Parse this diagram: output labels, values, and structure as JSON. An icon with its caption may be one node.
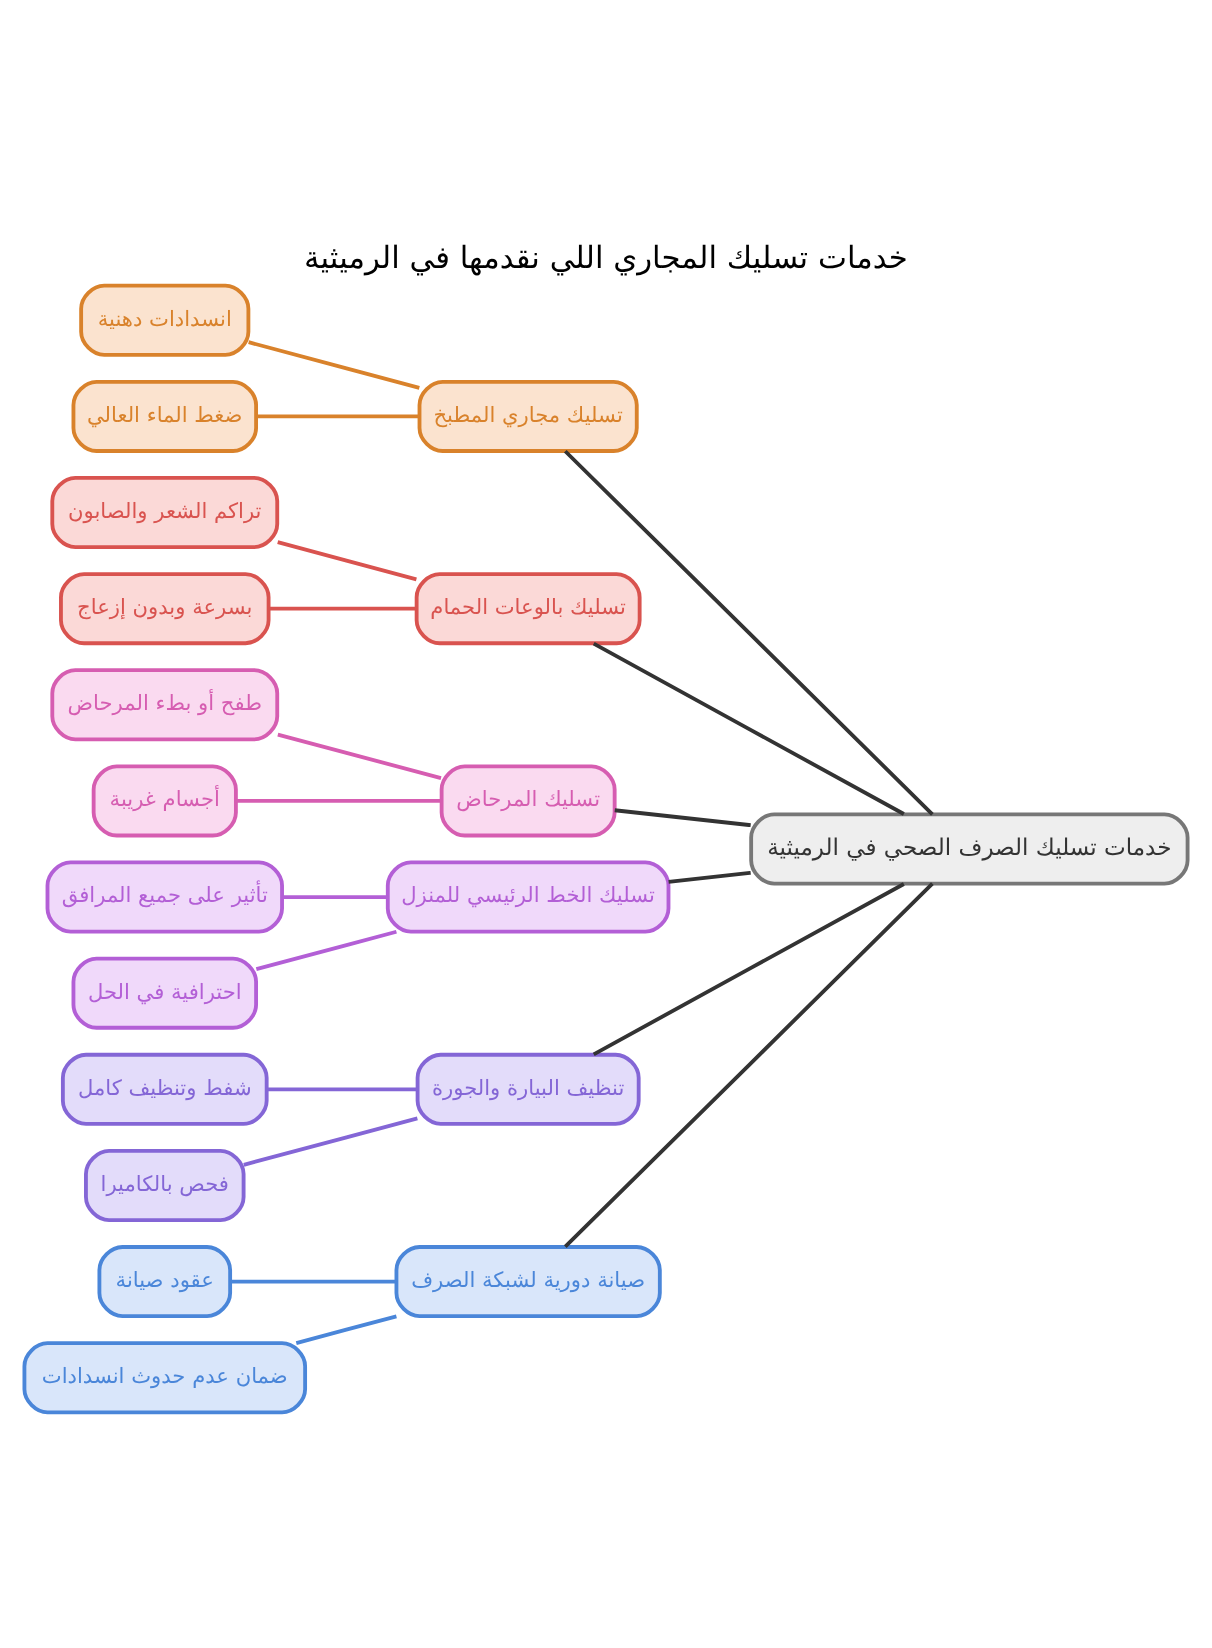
{
  "diagram": {
    "title": "خدمات تسليك المجاري اللي نقدمها في الرميثية",
    "nodes": [
      {
        "text": [
          "خدمات تسليك الصرف الصحي في الرميثية"
        ]
      },
      {
        "text": [
          "تسليك مجاري المطبخ"
        ]
      },
      {
        "text": [
          "انسدادات دهنية"
        ]
      },
      {
        "text": [
          "ضغط الماء العالي"
        ]
      },
      {
        "text": [
          "تسليك بالوعات الحمام"
        ]
      },
      {
        "text": [
          "تراكم الشعر والصابون"
        ]
      },
      {
        "text": [
          "بسرعة وبدون إزعاج"
        ]
      },
      {
        "text": [
          "تسليك المرحاض"
        ]
      },
      {
        "text": [
          "طفح أو بطء المرحاض"
        ]
      },
      {
        "text": [
          "أجسام غريبة"
        ]
      },
      {
        "text": [
          "تسليك الخط الرئيسي للمنزل"
        ]
      },
      {
        "text": [
          "تأثير على جميع المرافق"
        ]
      },
      {
        "text": [
          "احترافية في الحل"
        ]
      },
      {
        "text": [
          "تنظيف البيارة والجورة"
        ]
      },
      {
        "text": [
          "شفط وتنظيف كامل"
        ]
      },
      {
        "text": [
          "فحص بالكاميرا"
        ]
      },
      {
        "text": [
          "صيانة دورية لشبكة الصرف"
        ]
      },
      {
        "text": [
          "عقود صيانة"
        ]
      },
      {
        "text": [
          "ضمان عدم حدوث انسدادات"
        ]
      }
    ],
    "edges": [
      {
        "from": 0,
        "to": 1,
        "arrow": "none",
        "color": "#333333"
      },
      {
        "from": 1,
        "to": 2,
        "arrow": "none",
        "color": "#d9822b"
      },
      {
        "from": 1,
        "to": 3,
        "arrow": "none",
        "color": "#d9822b"
      },
      {
        "from": 0,
        "to": 4,
        "arrow": "none",
        "color": "#333333"
      },
      {
        "from": 4,
        "to": 5,
        "arrow": "none",
        "color": "#d9534f"
      },
      {
        "from": 4,
        "to": 6,
        "arrow": "none",
        "color": "#d9534f"
      },
      {
        "from": 0,
        "to": 7,
        "arrow": "none",
        "color": "#333333"
      },
      {
        "from": 7,
        "to": 8,
        "arrow": "none",
        "color": "#d65db1"
      },
      {
        "from": 7,
        "to": 9,
        "arrow": "none",
        "color": "#d65db1"
      },
      {
        "from": 0,
        "to": 10,
        "arrow": "none",
        "color": "#333333"
      },
      {
        "from": 10,
        "to": 11,
        "arrow": "none",
        "color": "#b35fd6"
      },
      {
        "from": 10,
        "to": 12,
        "arrow": "none",
        "color": "#b35fd6"
      },
      {
        "from": 0,
        "to": 13,
        "arrow": "none",
        "color": "#333333"
      },
      {
        "from": 13,
        "to": 14,
        "arrow": "none",
        "color": "#8466d6"
      },
      {
        "from": 13,
        "to": 15,
        "arrow": "none",
        "color": "#8466d6"
      },
      {
        "from": 0,
        "to": 16,
        "arrow": "none",
        "color": "#333333"
      },
      {
        "from": 16,
        "to": 17,
        "arrow": "none",
        "color": "#4a86d9"
      },
      {
        "from": 16,
        "to": 18,
        "arrow": "none",
        "color": "#4a86d9"
      }
    ]
  }
}
